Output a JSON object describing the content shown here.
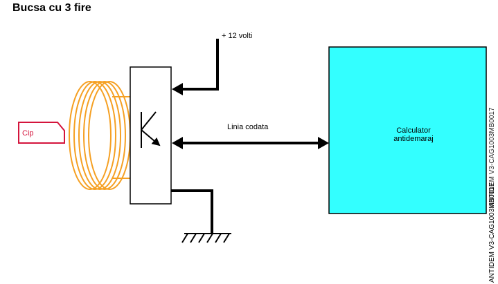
{
  "title": "Bucsa cu 3 fire",
  "labels": {
    "supply": "+ 12 volti",
    "link": "Linia codata",
    "ecu_line1": "Calculator",
    "ecu_line2": "antidemaraj",
    "chip": "Cip"
  },
  "vertical_code": "ANTIDEM V3-CAG1003MB0017",
  "colors": {
    "coil": "#f5a023",
    "chip": "#d4143c",
    "ecu_fill": "#33ffff",
    "lines": "#000000"
  },
  "icons": [
    "transistor-symbol",
    "ground-symbol",
    "arrow-head"
  ]
}
